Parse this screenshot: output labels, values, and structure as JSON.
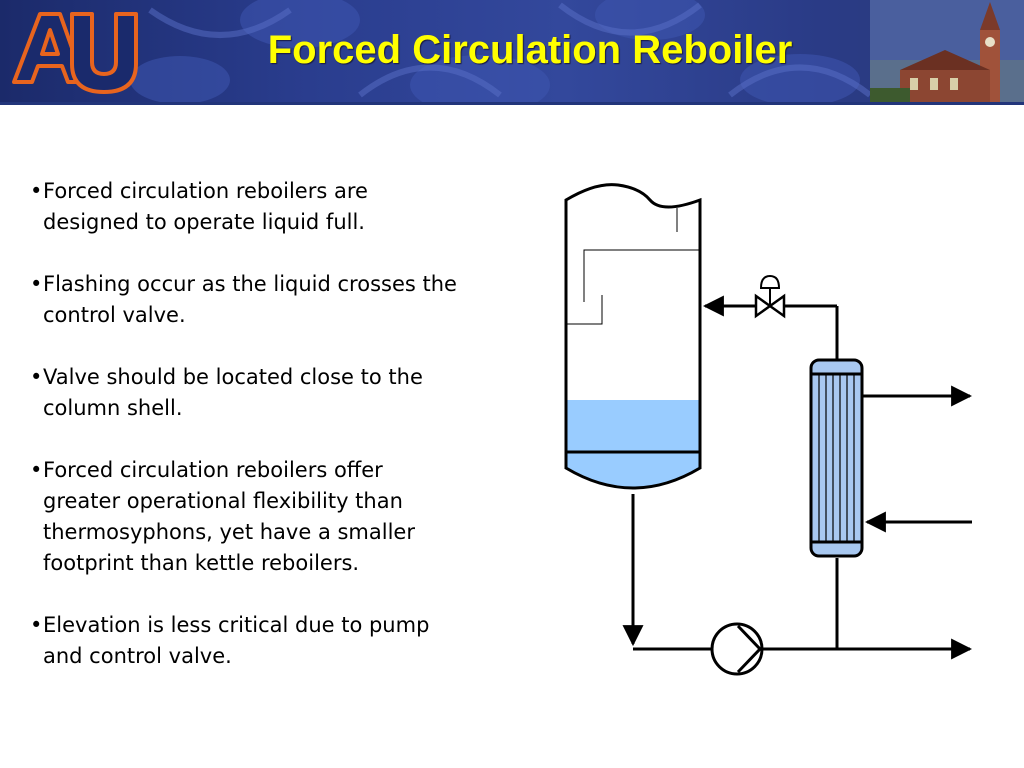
{
  "header": {
    "title": "Forced Circulation Reboiler",
    "logo": "AU",
    "colors": {
      "banner": "#2a3d8e",
      "title": "#ffff00",
      "logo_orange": "#e8641e"
    }
  },
  "bullets": [
    {
      "text": "Forced circulation reboilers are designed to operate liquid full."
    },
    {
      "text": "Flashing occur as the liquid crosses the control valve."
    },
    {
      "text": "Valve should be located close to the column shell."
    },
    {
      "text": "Forced circulation reboilers offer greater operational flexibility than thermosyphons, yet have a smaller footprint than kettle reboilers."
    },
    {
      "text": "Elevation is less critical due to pump and control valve."
    }
  ],
  "bullet_symbol": "•",
  "diagram": {
    "liquid_color": "#99ccff",
    "exchanger_fill": "#a8c8f0",
    "icons": [
      "distillation-column",
      "control-valve-icon",
      "heat-exchanger",
      "pump-icon"
    ]
  }
}
